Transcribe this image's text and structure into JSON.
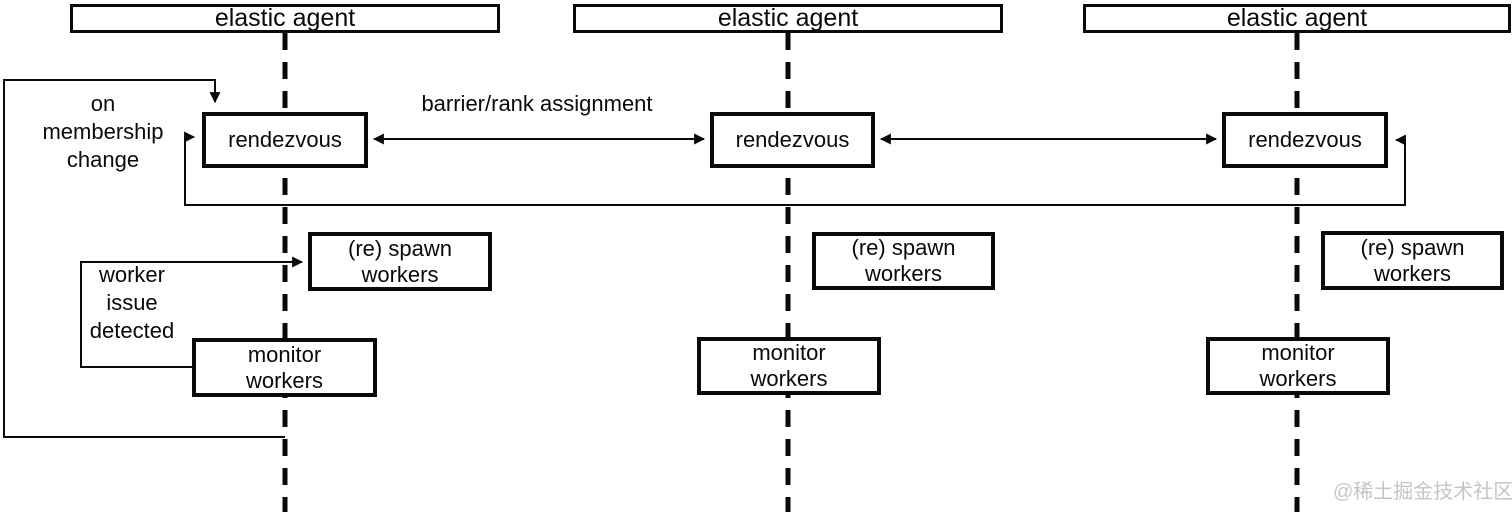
{
  "diagram": {
    "watermark": "@稀土掘金技术社区",
    "colors": {
      "line": "#0a0a0a",
      "background": "#ffffff",
      "watermark": "#c5c5c5"
    },
    "annotations": {
      "on_membership_change": {
        "lines": [
          "on",
          "membership",
          "change"
        ]
      },
      "barrier_rank": "barrier/rank assignment",
      "worker_issue": {
        "lines": [
          "worker",
          "issue",
          "detected"
        ]
      }
    },
    "agents": [
      {
        "title": "elastic agent",
        "rendezvous": "rendezvous",
        "spawn": {
          "lines": [
            "(re) spawn",
            "workers"
          ]
        },
        "monitor": {
          "lines": [
            "monitor",
            "workers"
          ]
        }
      },
      {
        "title": "elastic agent",
        "rendezvous": "rendezvous",
        "spawn": {
          "lines": [
            "(re) spawn",
            "workers"
          ]
        },
        "monitor": {
          "lines": [
            "monitor",
            "workers"
          ]
        }
      },
      {
        "title": "elastic agent",
        "rendezvous": "rendezvous",
        "spawn": {
          "lines": [
            "(re) spawn",
            "workers"
          ]
        },
        "monitor": {
          "lines": [
            "monitor",
            "workers"
          ]
        }
      }
    ]
  }
}
